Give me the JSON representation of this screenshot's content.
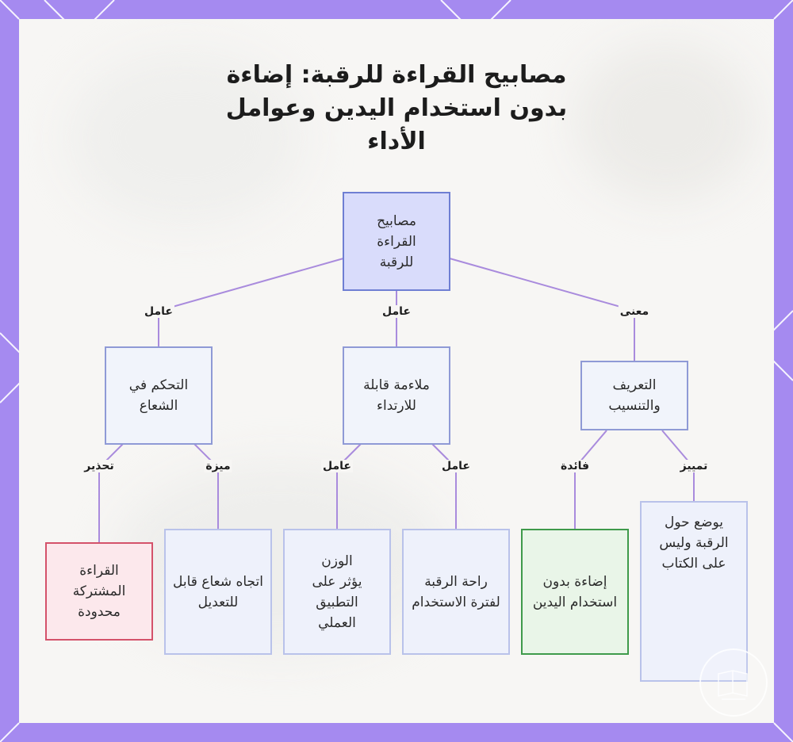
{
  "title": "مصابيح القراءة للرقبة: إضاءة بدون استخدام اليدين وعوامل الأداء",
  "nodes": {
    "root": "مصابيح القراءة للرقبة",
    "definition": "التعريف والتنسيب",
    "wearable": "ملاءمة قابلة للارتداء",
    "light_control": "التحكم في الشعاع",
    "distinction": "يوضع حول الرقبة وليس على الكتاب",
    "hands_free": "إضاءة بدون استخدام اليدين",
    "neck_comfort": "راحة الرقبة لفترة الاستخدام",
    "weight": "الوزن يؤثر على التطبيق العملي",
    "adjustable_beam": "اتجاه شعاع قابل للتعديل",
    "limited_sharing": "القراءة المشتركة محدودة"
  },
  "edge_labels": {
    "meaning": "معنى",
    "factor": "عامل",
    "distinguish": "تمييز",
    "benefit": "فائدة",
    "feature": "ميزة",
    "warning": "تحذير"
  },
  "colors": {
    "frame": "#a58af0",
    "edge": "#a98bdd",
    "root_fill": "#d9dcfb",
    "warning_border": "#d4526a",
    "benefit_border": "#3f9a4b"
  }
}
